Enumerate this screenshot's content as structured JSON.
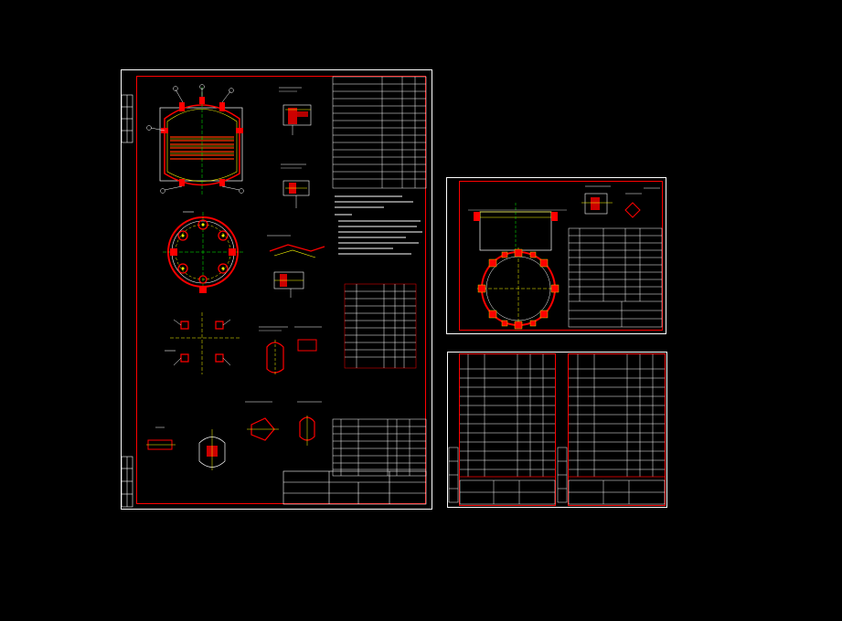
{
  "colors": {
    "background": "#000000",
    "frame": "#ff0000",
    "line_white": "#ffffff",
    "line_yellow": "#ffff00",
    "line_green": "#00ff00",
    "line_red": "#ff0000",
    "line_magenta": "#ff00ff",
    "line_cyan": "#00ffff"
  },
  "sheets": [
    {
      "name": "sheet-main-assembly"
    },
    {
      "name": "sheet-flange-detail"
    },
    {
      "name": "sheet-parts-list"
    }
  ],
  "texts": {}
}
